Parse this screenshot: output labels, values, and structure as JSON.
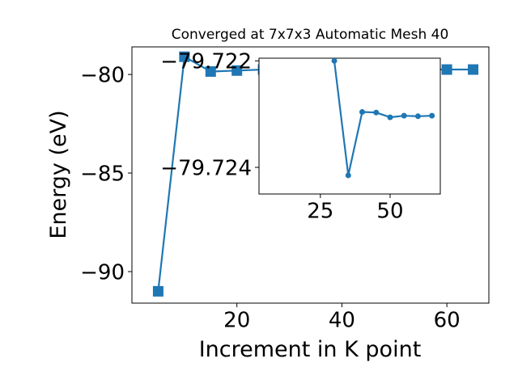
{
  "chart_data": [
    {
      "type": "line",
      "title": "Converged at 7x7x3 Automatic Mesh 40",
      "xlabel": "Increment in K point",
      "ylabel": "Energy (eV)",
      "xlim": [
        0,
        68
      ],
      "ylim": [
        -91.6,
        -78.6
      ],
      "xticks": [
        20,
        40,
        60
      ],
      "yticks": [
        -80,
        -85,
        -90
      ],
      "grid": false,
      "marker": "square",
      "series": [
        {
          "color": "#1f77b4",
          "x": [
            5,
            10,
            15,
            20,
            25,
            30,
            35,
            40,
            45,
            50,
            55,
            60,
            65
          ],
          "y": [
            -91.0,
            -79.1,
            -79.85,
            -79.8,
            -79.75,
            -79.74,
            -79.74,
            -79.74,
            -79.74,
            -79.74,
            -79.74,
            -79.75,
            -79.75
          ]
        }
      ]
    },
    {
      "type": "line",
      "role": "inset",
      "xlim": [
        3,
        68
      ],
      "ylim": [
        -79.7245,
        -79.72195
      ],
      "xticks": [
        25,
        50
      ],
      "yticks": [
        -79.724,
        -79.722
      ],
      "ytick_labels": [
        "−79.724",
        "−79.722"
      ],
      "grid": false,
      "marker": "circle",
      "series": [
        {
          "color": "#1f77b4",
          "x": [
            30,
            35,
            40,
            45,
            50,
            55,
            60,
            65
          ],
          "y": [
            -79.722,
            -79.72415,
            -79.72296,
            -79.72297,
            -79.72306,
            -79.72303,
            -79.72304,
            -79.72303
          ]
        }
      ],
      "series_corrected": true
    }
  ]
}
